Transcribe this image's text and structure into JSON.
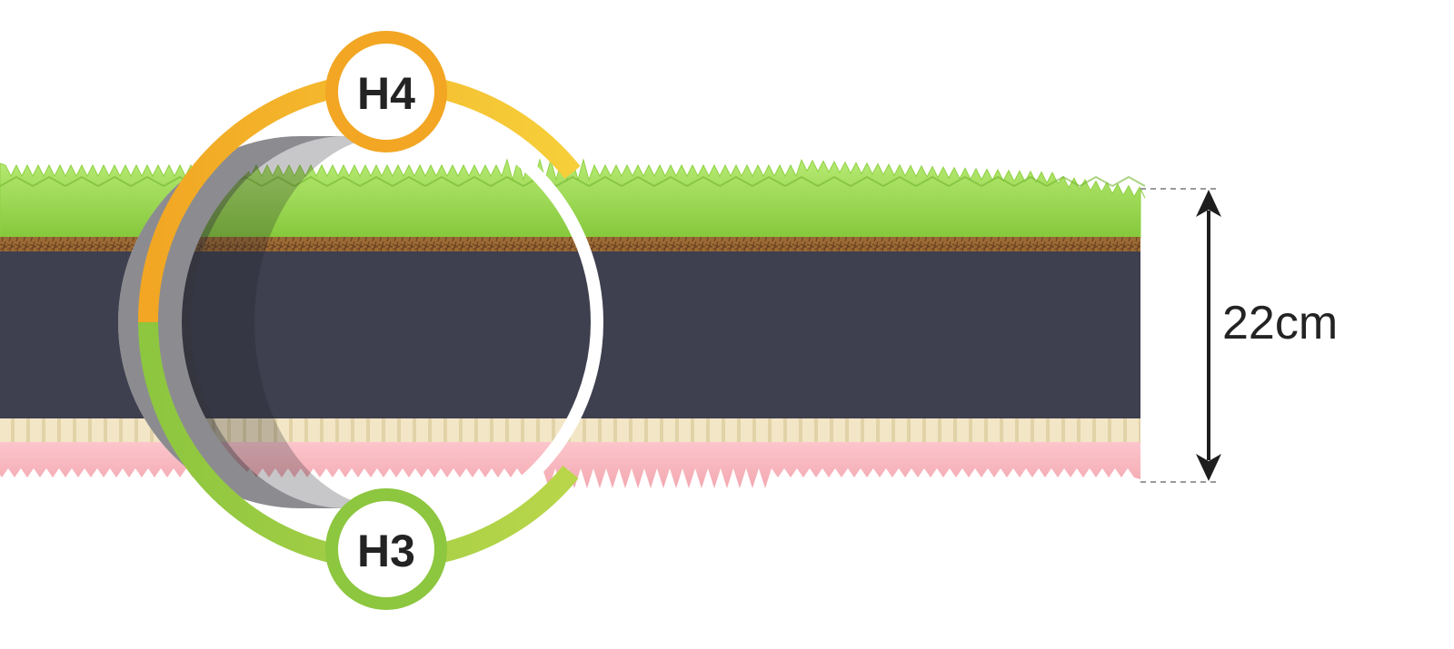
{
  "firmness": {
    "top": {
      "label": "H4",
      "color": "#f2a623"
    },
    "bottom": {
      "label": "H3",
      "color": "#8dc63f"
    }
  },
  "dimension": {
    "height_label": "22cm"
  },
  "layers": {
    "top_foam_color": "#8fd144",
    "fiber_color": "#8a5a2a",
    "core_color": "#3e3f4f",
    "latex_color": "#f3e6c6",
    "bottom_foam_color": "#f7b6bd"
  }
}
